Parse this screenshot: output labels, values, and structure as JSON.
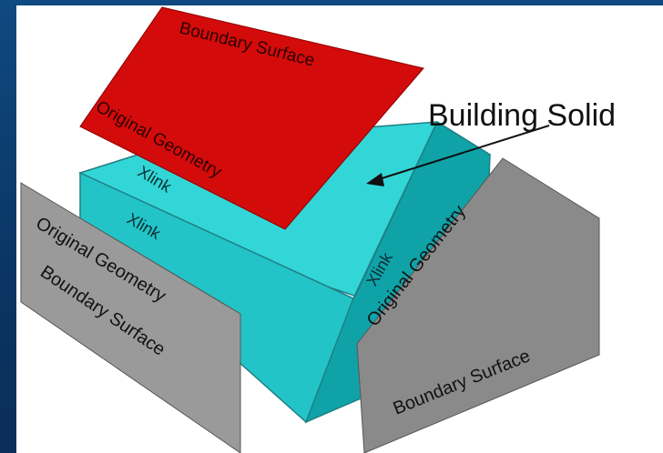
{
  "diagram": {
    "callout_label": "Building Solid",
    "red_plane": {
      "top_label": "Boundary Surface",
      "bottom_label": "Original Geometry"
    },
    "xlink_labels": {
      "roof": "Xlink",
      "front_wall": "Xlink",
      "side_wall": "Xlink"
    },
    "left_gray_plane": {
      "top_label": "Original Geometry",
      "bottom_label": "Boundary Surface"
    },
    "right_gray_plane": {
      "top_label": "Original Geometry",
      "bottom_label": "Boundary Surface"
    },
    "colors": {
      "background_frame": "#0d3d6e",
      "panel": "#ffffff",
      "red_surface": "#d40b0b",
      "cyan_face_light": "#33d6d6",
      "cyan_face_mid": "#22bcbf",
      "cyan_face_dark": "#0e9ea3",
      "gray_surface": "#9a9a9a",
      "gray_surface_dark": "#7e7e7e"
    }
  }
}
